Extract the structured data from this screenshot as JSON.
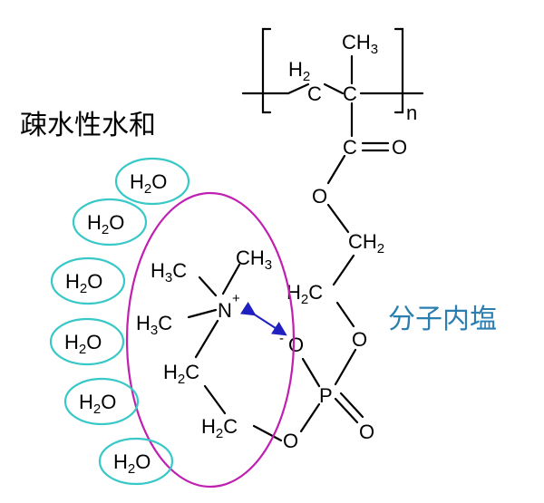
{
  "labels": {
    "hydration": "疎水性水和",
    "inner_salt": "分子内塩",
    "n": "n"
  },
  "water": {
    "h": "H",
    "sub": "2",
    "o": "O",
    "count": 6
  },
  "atoms": {
    "c": "C",
    "o": "O",
    "p": "P",
    "n": "N",
    "ch3": "CH",
    "h3c": "H",
    "h2": "H",
    "h2c": "H",
    "ch2": "CH",
    "c_suffix": "C",
    "three": "3",
    "two": "2",
    "plus": "+",
    "minus": "-"
  },
  "colors": {
    "water_ellipse": "#38c8c8",
    "salt_ellipse": "#c020b0",
    "arrow": "#2020c0",
    "inner_salt_text": "#2a7fb0",
    "text": "#000000"
  }
}
